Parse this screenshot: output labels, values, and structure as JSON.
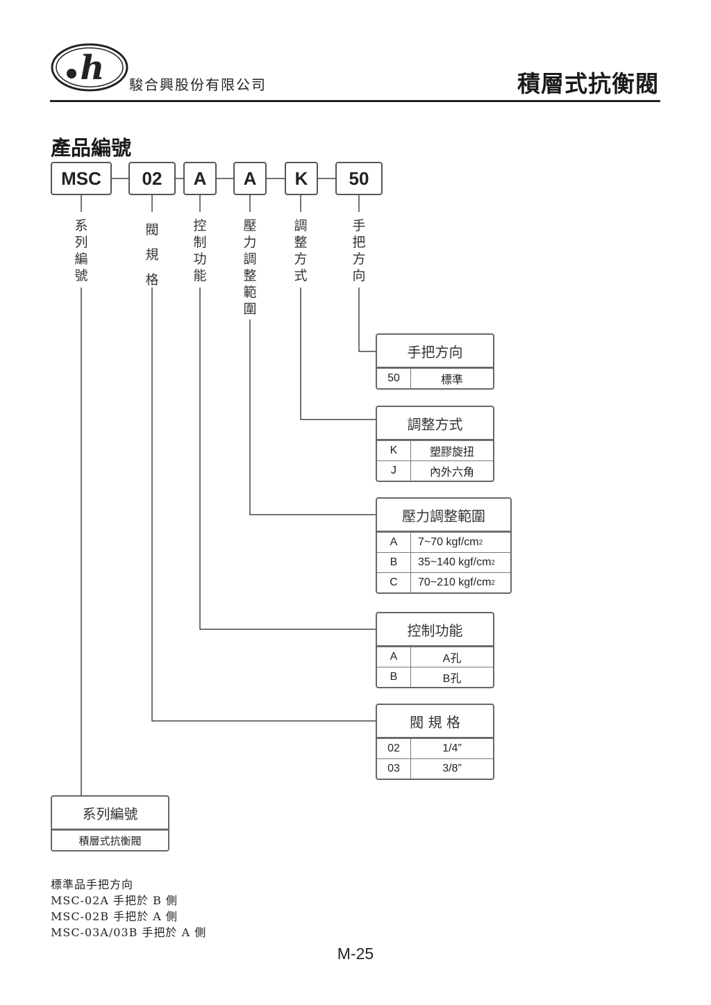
{
  "header": {
    "logo_glyph": "h",
    "company": "駿合興股份有限公司",
    "title": "積層式抗衡閥"
  },
  "section_title": "產品編號",
  "code_segments": [
    "MSC",
    "02",
    "A",
    "A",
    "K",
    "50"
  ],
  "labels": {
    "series": "系列編號",
    "valve_size": "閥規格",
    "control": "控制功能",
    "pressure": "壓力調整範圍",
    "adjust": "調整方式",
    "handle": "手把方向"
  },
  "tables": {
    "handle": {
      "title": "手把方向",
      "rows": [
        [
          "50",
          "標準"
        ]
      ]
    },
    "adjust": {
      "title": "調整方式",
      "rows": [
        [
          "K",
          "塑膠旋扭"
        ],
        [
          "J",
          "內外六角"
        ]
      ]
    },
    "pressure": {
      "title": "壓力調整範圍",
      "rows": [
        [
          "A",
          "7~70 kgf/cm",
          "2"
        ],
        [
          "B",
          "35~140 kgf/cm",
          "2"
        ],
        [
          "C",
          "70~210 kgf/cm",
          "2"
        ]
      ]
    },
    "control": {
      "title": "控制功能",
      "rows": [
        [
          "A",
          "A孔"
        ],
        [
          "B",
          "B孔"
        ]
      ]
    },
    "valve_size": {
      "title": "閥 規 格",
      "rows": [
        [
          "02",
          "1/4”"
        ],
        [
          "03",
          "3/8”"
        ]
      ]
    },
    "series": {
      "title": "系列編號",
      "value": "積層式抗衡閥"
    }
  },
  "notes": [
    "標準品手把方向",
    "MSC-02A 手把於 B 側",
    "MSC-02B 手把於 A 側",
    "MSC-03A/03B 手把於 A 側"
  ],
  "page_number": "M-25"
}
